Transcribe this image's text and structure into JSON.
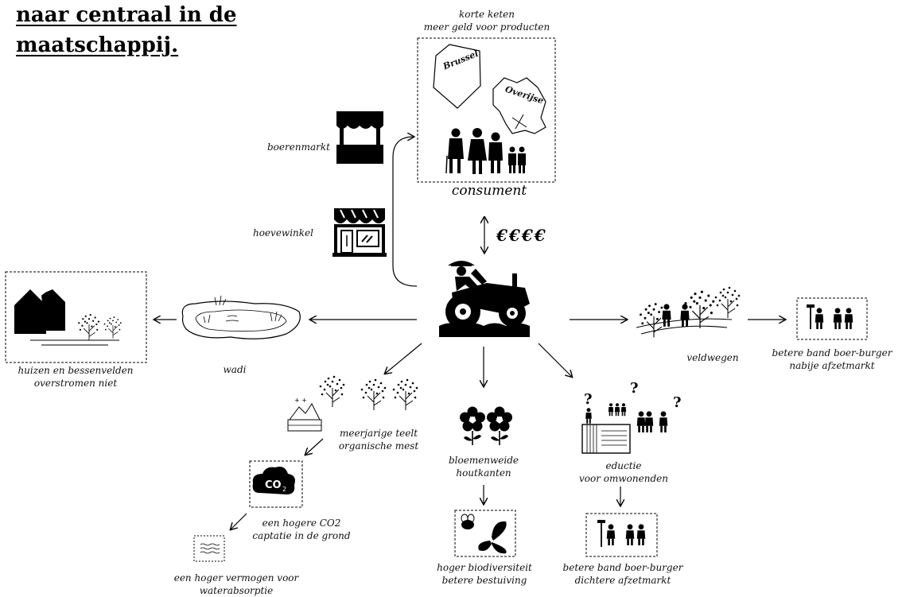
{
  "title": {
    "line1": "naar centraal in de",
    "line2": "maatschappij."
  },
  "consumer": {
    "caption_line1": "korte keten",
    "caption_line2": "meer geld voor producten",
    "region1": "Brussel",
    "region2": "Overijse",
    "label": "consument"
  },
  "channels": {
    "market": "boerenmarkt",
    "shop": "hoevewinkel"
  },
  "money": "€€€€",
  "outcomes": {
    "houses_line1": "huizen en bessenvelden",
    "houses_line2": "overstromen niet",
    "wadi": "wadi",
    "perennial_line1": "meerjarige teelt",
    "perennial_line2": "organische mest",
    "co2_line1": "een hogere CO2",
    "co2_line2": "captatie in de grond",
    "water_line1": "een hoger vermogen voor",
    "water_line2": "waterabsorptie",
    "flowers_line1": "bloemenweide",
    "flowers_line2": "houtkanten",
    "biodiv_line1": "hoger biodiversiteit",
    "biodiv_line2": "betere bestuiving",
    "education_line1": "eductie",
    "education_line2": "voor omwonenden",
    "bond_near_line1": "betere band boer-burger",
    "bond_near_line2": "dichtere afzetmarkt",
    "paths": "veldwegen",
    "bond_close_line1": "betere band boer-burger",
    "bond_close_line2": "nabije afzetmarkt"
  },
  "icons": {
    "farmer": "farmer-on-tractor-icon",
    "market": "market-stall-icon",
    "shop": "farm-shop-icon",
    "family": "family-icon",
    "houses": "houses-icon",
    "pond": "pond-icon",
    "trees": "fruit-trees-icon",
    "compost": "compost-bin-icon",
    "co2": "co2-cloud-icon",
    "water": "water-icon",
    "flowers": "flowers-icon",
    "bee": "bee-icon",
    "butterfly": "butterfly-icon",
    "signboard": "signboard-icon",
    "people": "people-icon"
  }
}
